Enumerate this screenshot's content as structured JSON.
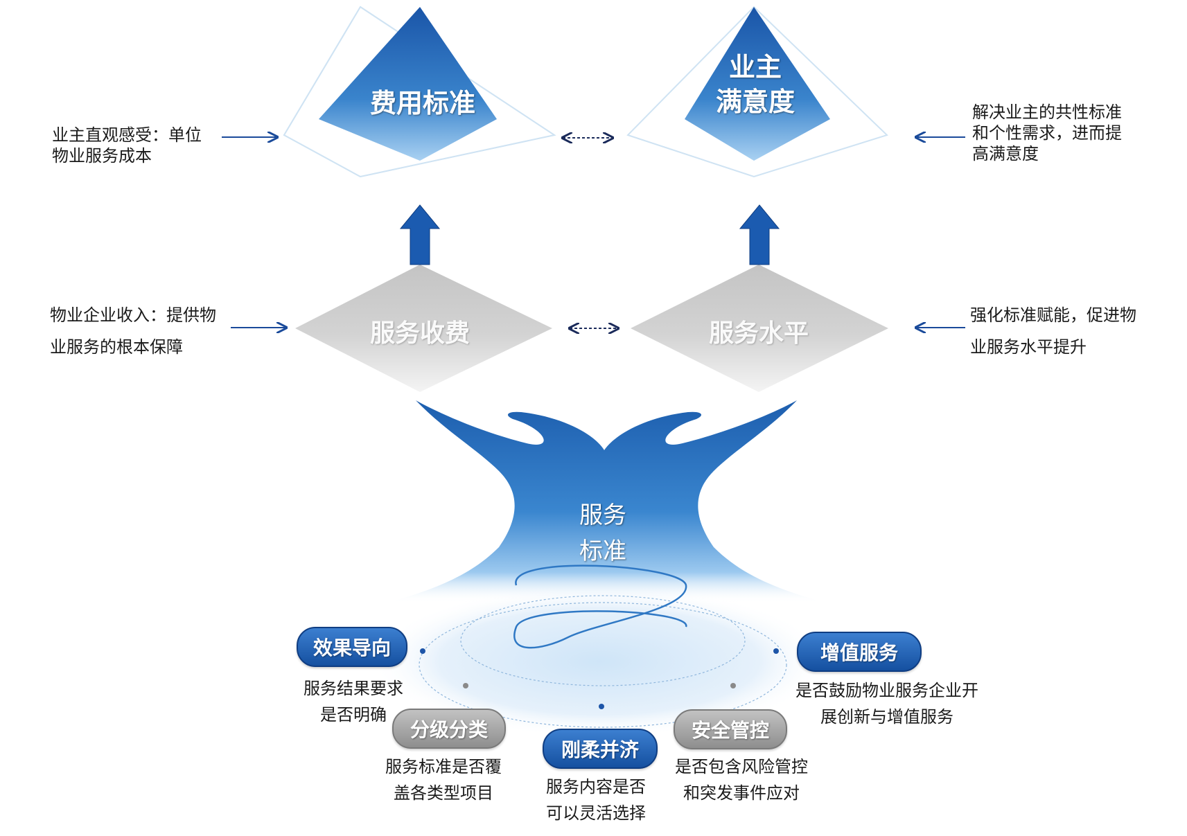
{
  "colors": {
    "primary_blue": "#1f5fb0",
    "light_blue": "#8fc0ec",
    "gray": "#bdbdbd",
    "arrow": "#1a4a9a"
  },
  "top": {
    "left_shape": {
      "label": "费用标准"
    },
    "right_shape": {
      "label_line1": "业主",
      "label_line2": "满意度"
    },
    "left_note": {
      "line1": "业主直观感受：单位",
      "line2": "物业服务成本"
    },
    "right_note": {
      "line1": "解决业主的共性标准",
      "line2": "和个性需求，进而提",
      "line3": "高满意度"
    }
  },
  "middle": {
    "left_shape": {
      "label": "服务收费"
    },
    "right_shape": {
      "label": "服务水平"
    },
    "left_note": {
      "line1": "物业企业收入：提供物",
      "line2": "业服务的根本保障"
    },
    "right_note": {
      "line1": "强化标准赋能，促进物",
      "line2": "业服务水平提升"
    }
  },
  "core": {
    "line1": "服务",
    "line2": "标准"
  },
  "criteria": [
    {
      "label": "效果导向",
      "style": "blue",
      "desc_line1": "服务结果要求",
      "desc_line2": "是否明确"
    },
    {
      "label": "分级分类",
      "style": "gray",
      "desc_line1": "服务标准是否覆",
      "desc_line2": "盖各类型项目"
    },
    {
      "label": "刚柔并济",
      "style": "blue",
      "desc_line1": "服务内容是否",
      "desc_line2": "可以灵活选择"
    },
    {
      "label": "安全管控",
      "style": "gray",
      "desc_line1": "是否包含风险管控",
      "desc_line2": "和突发事件应对"
    },
    {
      "label": "增值服务",
      "style": "blue",
      "desc_line1": "是否鼓励物业服务企业开",
      "desc_line2": "展创新与增值服务"
    }
  ]
}
